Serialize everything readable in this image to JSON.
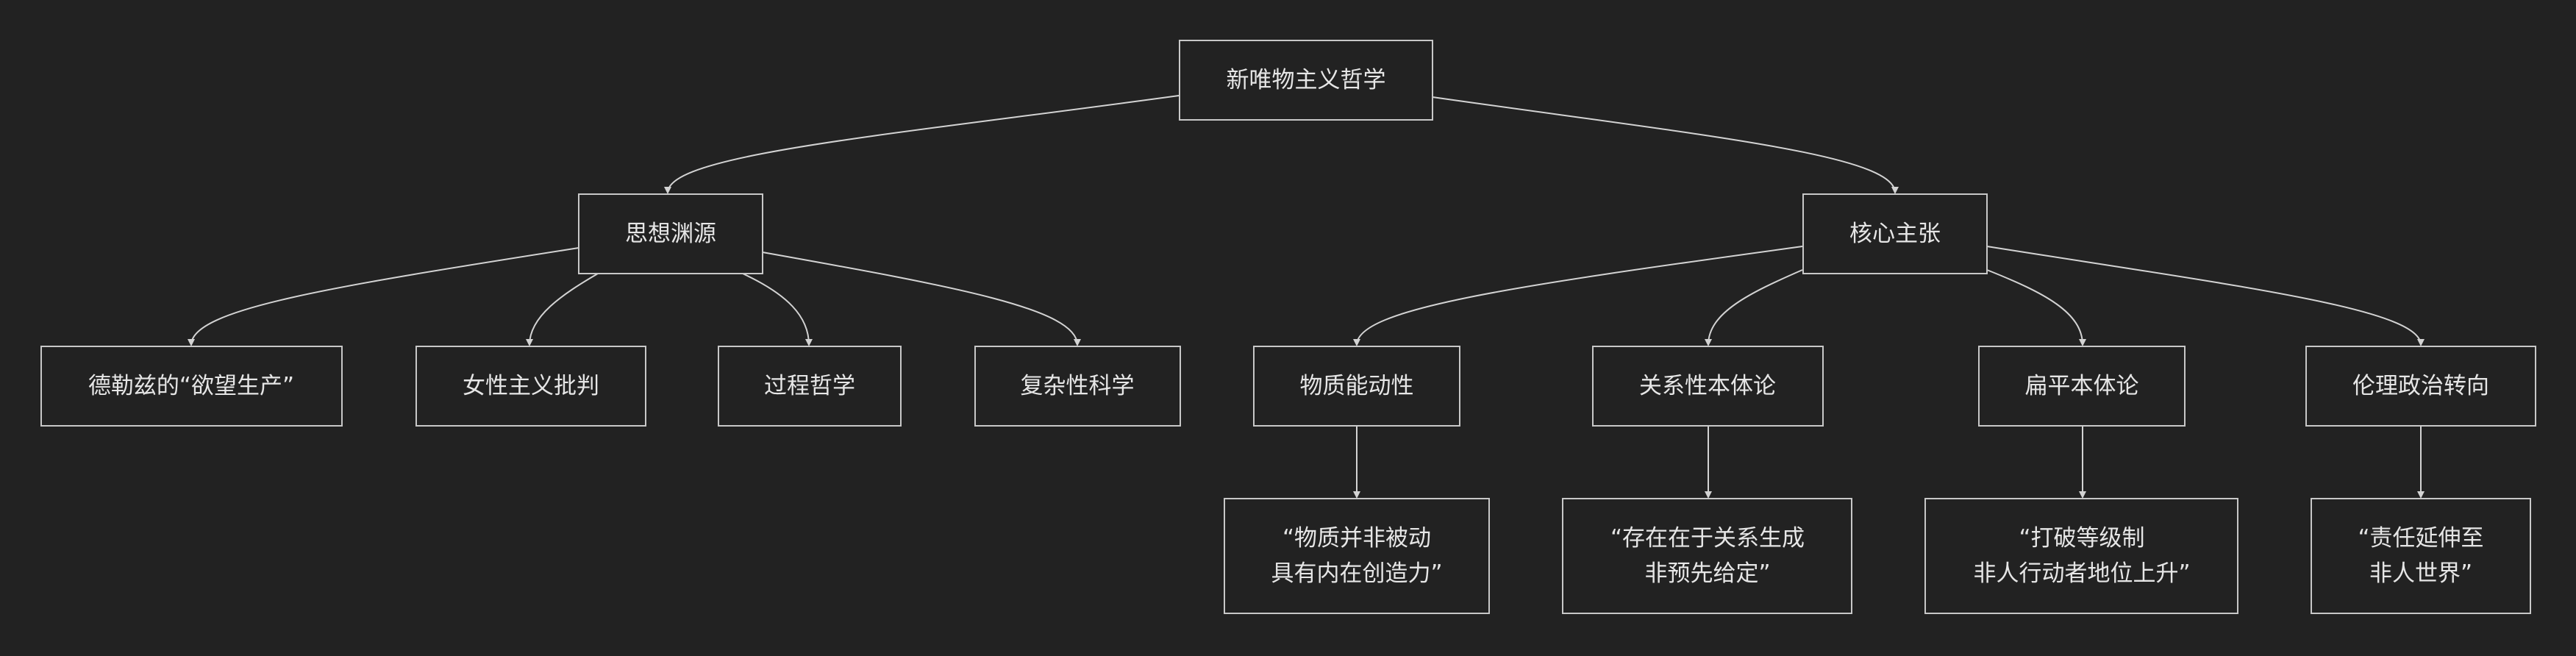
{
  "diagram": {
    "root": {
      "label": "新唯物主义哲学"
    },
    "branches": {
      "origins": {
        "label": "思想渊源"
      },
      "claims": {
        "label": "核心主张"
      }
    },
    "origins": [
      {
        "label": "德勒兹的“欲望生产”"
      },
      {
        "label": "女性主义批判"
      },
      {
        "label": "过程哲学"
      },
      {
        "label": "复杂性科学"
      }
    ],
    "claims": [
      {
        "label": "物质能动性",
        "detail": [
          "“物质并非被动",
          "具有内在创造力”"
        ]
      },
      {
        "label": "关系性本体论",
        "detail": [
          "“存在在于关系生成",
          "非预先给定”"
        ]
      },
      {
        "label": "扁平本体论",
        "detail": [
          "“打破等级制",
          "非人行动者地位上升”"
        ]
      },
      {
        "label": "伦理政治转向",
        "detail": [
          "“责任延伸至",
          "非人世界”"
        ]
      }
    ]
  }
}
